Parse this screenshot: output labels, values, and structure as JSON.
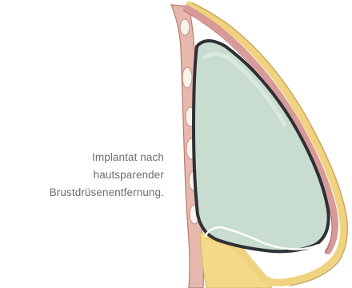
{
  "figure": {
    "caption_lines": [
      "Implantat nach",
      "hautsparender",
      "Brustdrüsenentfernung."
    ],
    "colors": {
      "implant_fill": "#c7dccf",
      "implant_border": "#2f3136",
      "muscle": "#d9a0a0",
      "muscle_edge": "#b56a6a",
      "fat": "#f3dc91",
      "skin_line": "#c9a15a",
      "chest_wall_bg": "#e8b7b0"
    }
  }
}
